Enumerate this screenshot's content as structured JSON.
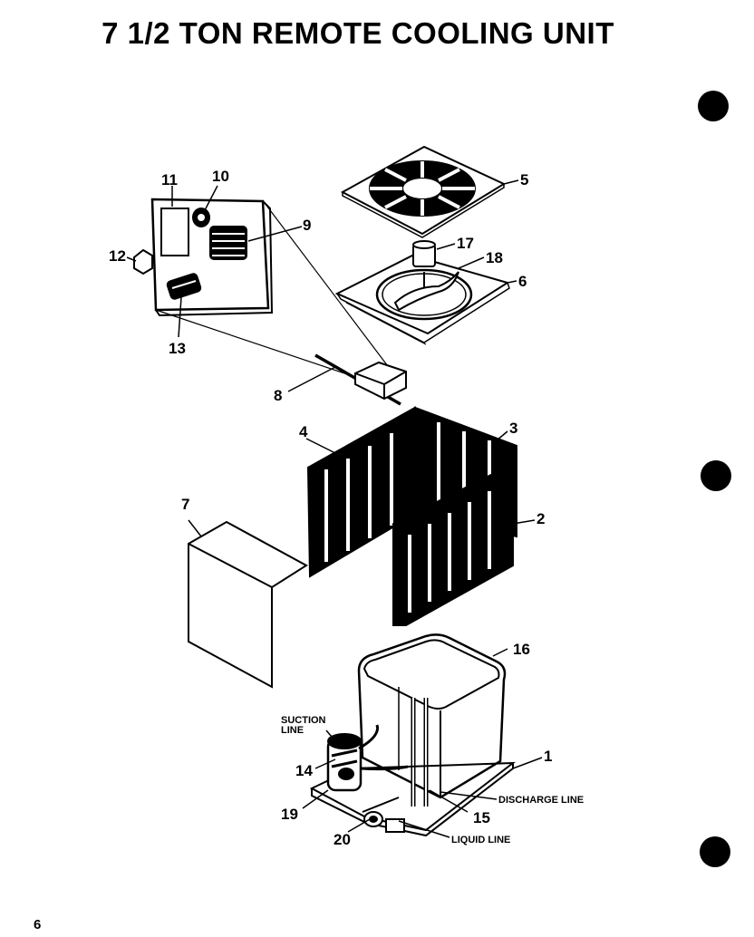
{
  "title": "7 1/2 TON REMOTE COOLING UNIT",
  "page_number": "6",
  "callouts": {
    "c1": "1",
    "c2": "2",
    "c3": "3",
    "c4": "4",
    "c5": "5",
    "c6": "6",
    "c7": "7",
    "c8": "8",
    "c9": "9",
    "c10": "10",
    "c11": "11",
    "c12": "12",
    "c13": "13",
    "c14": "14",
    "c15": "15",
    "c16": "16",
    "c17": "17",
    "c18": "18",
    "c19": "19",
    "c20": "20"
  },
  "labels": {
    "suction_1": "SUCTION",
    "suction_2": "LINE",
    "discharge": "DISCHARGE LINE",
    "liquid": "LIQUID LINE"
  }
}
